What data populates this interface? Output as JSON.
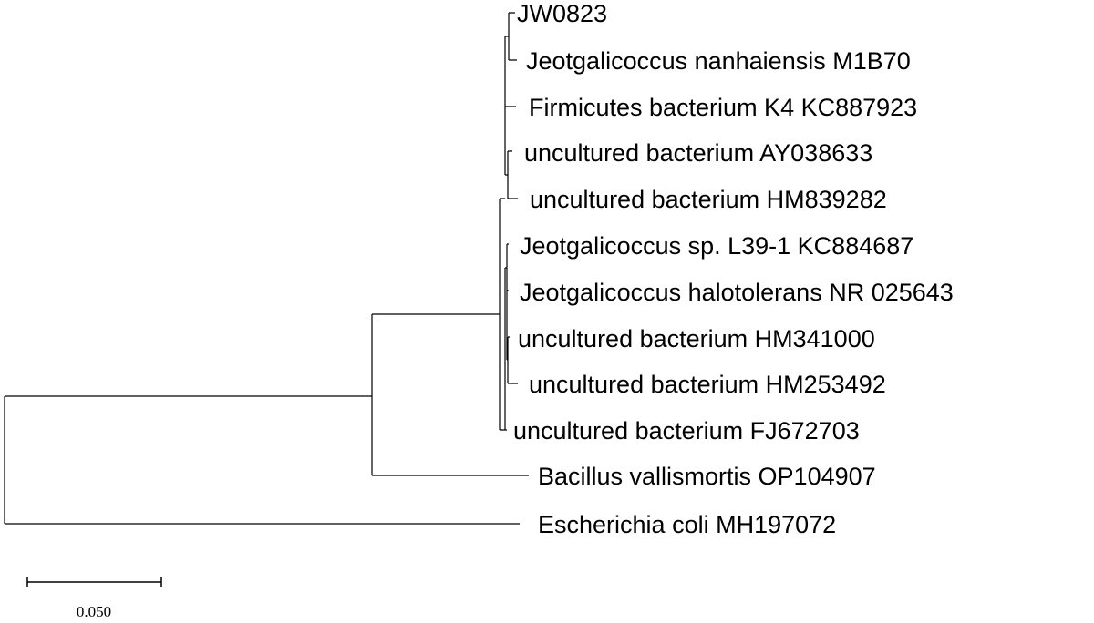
{
  "tree": {
    "taxa": [
      "JW0823",
      "Jeotgalicoccus nanhaiensis M1B70",
      "Firmicutes bacterium K4 KC887923",
      "uncultured bacterium AY038633",
      "uncultured bacterium HM839282",
      "Jeotgalicoccus sp. L39-1 KC884687",
      "Jeotgalicoccus halotolerans NR 025643",
      "uncultured bacterium HM341000",
      "uncultured bacterium HM253492",
      "uncultured bacterium FJ672703",
      "Bacillus vallismortis OP104907",
      "Escherichia coli MH197072"
    ],
    "scale_bar_value": 0.05,
    "scale_bar_label": "0.050",
    "colors": {
      "line": "#000000",
      "text": "#000000",
      "background": "#ffffff"
    }
  }
}
